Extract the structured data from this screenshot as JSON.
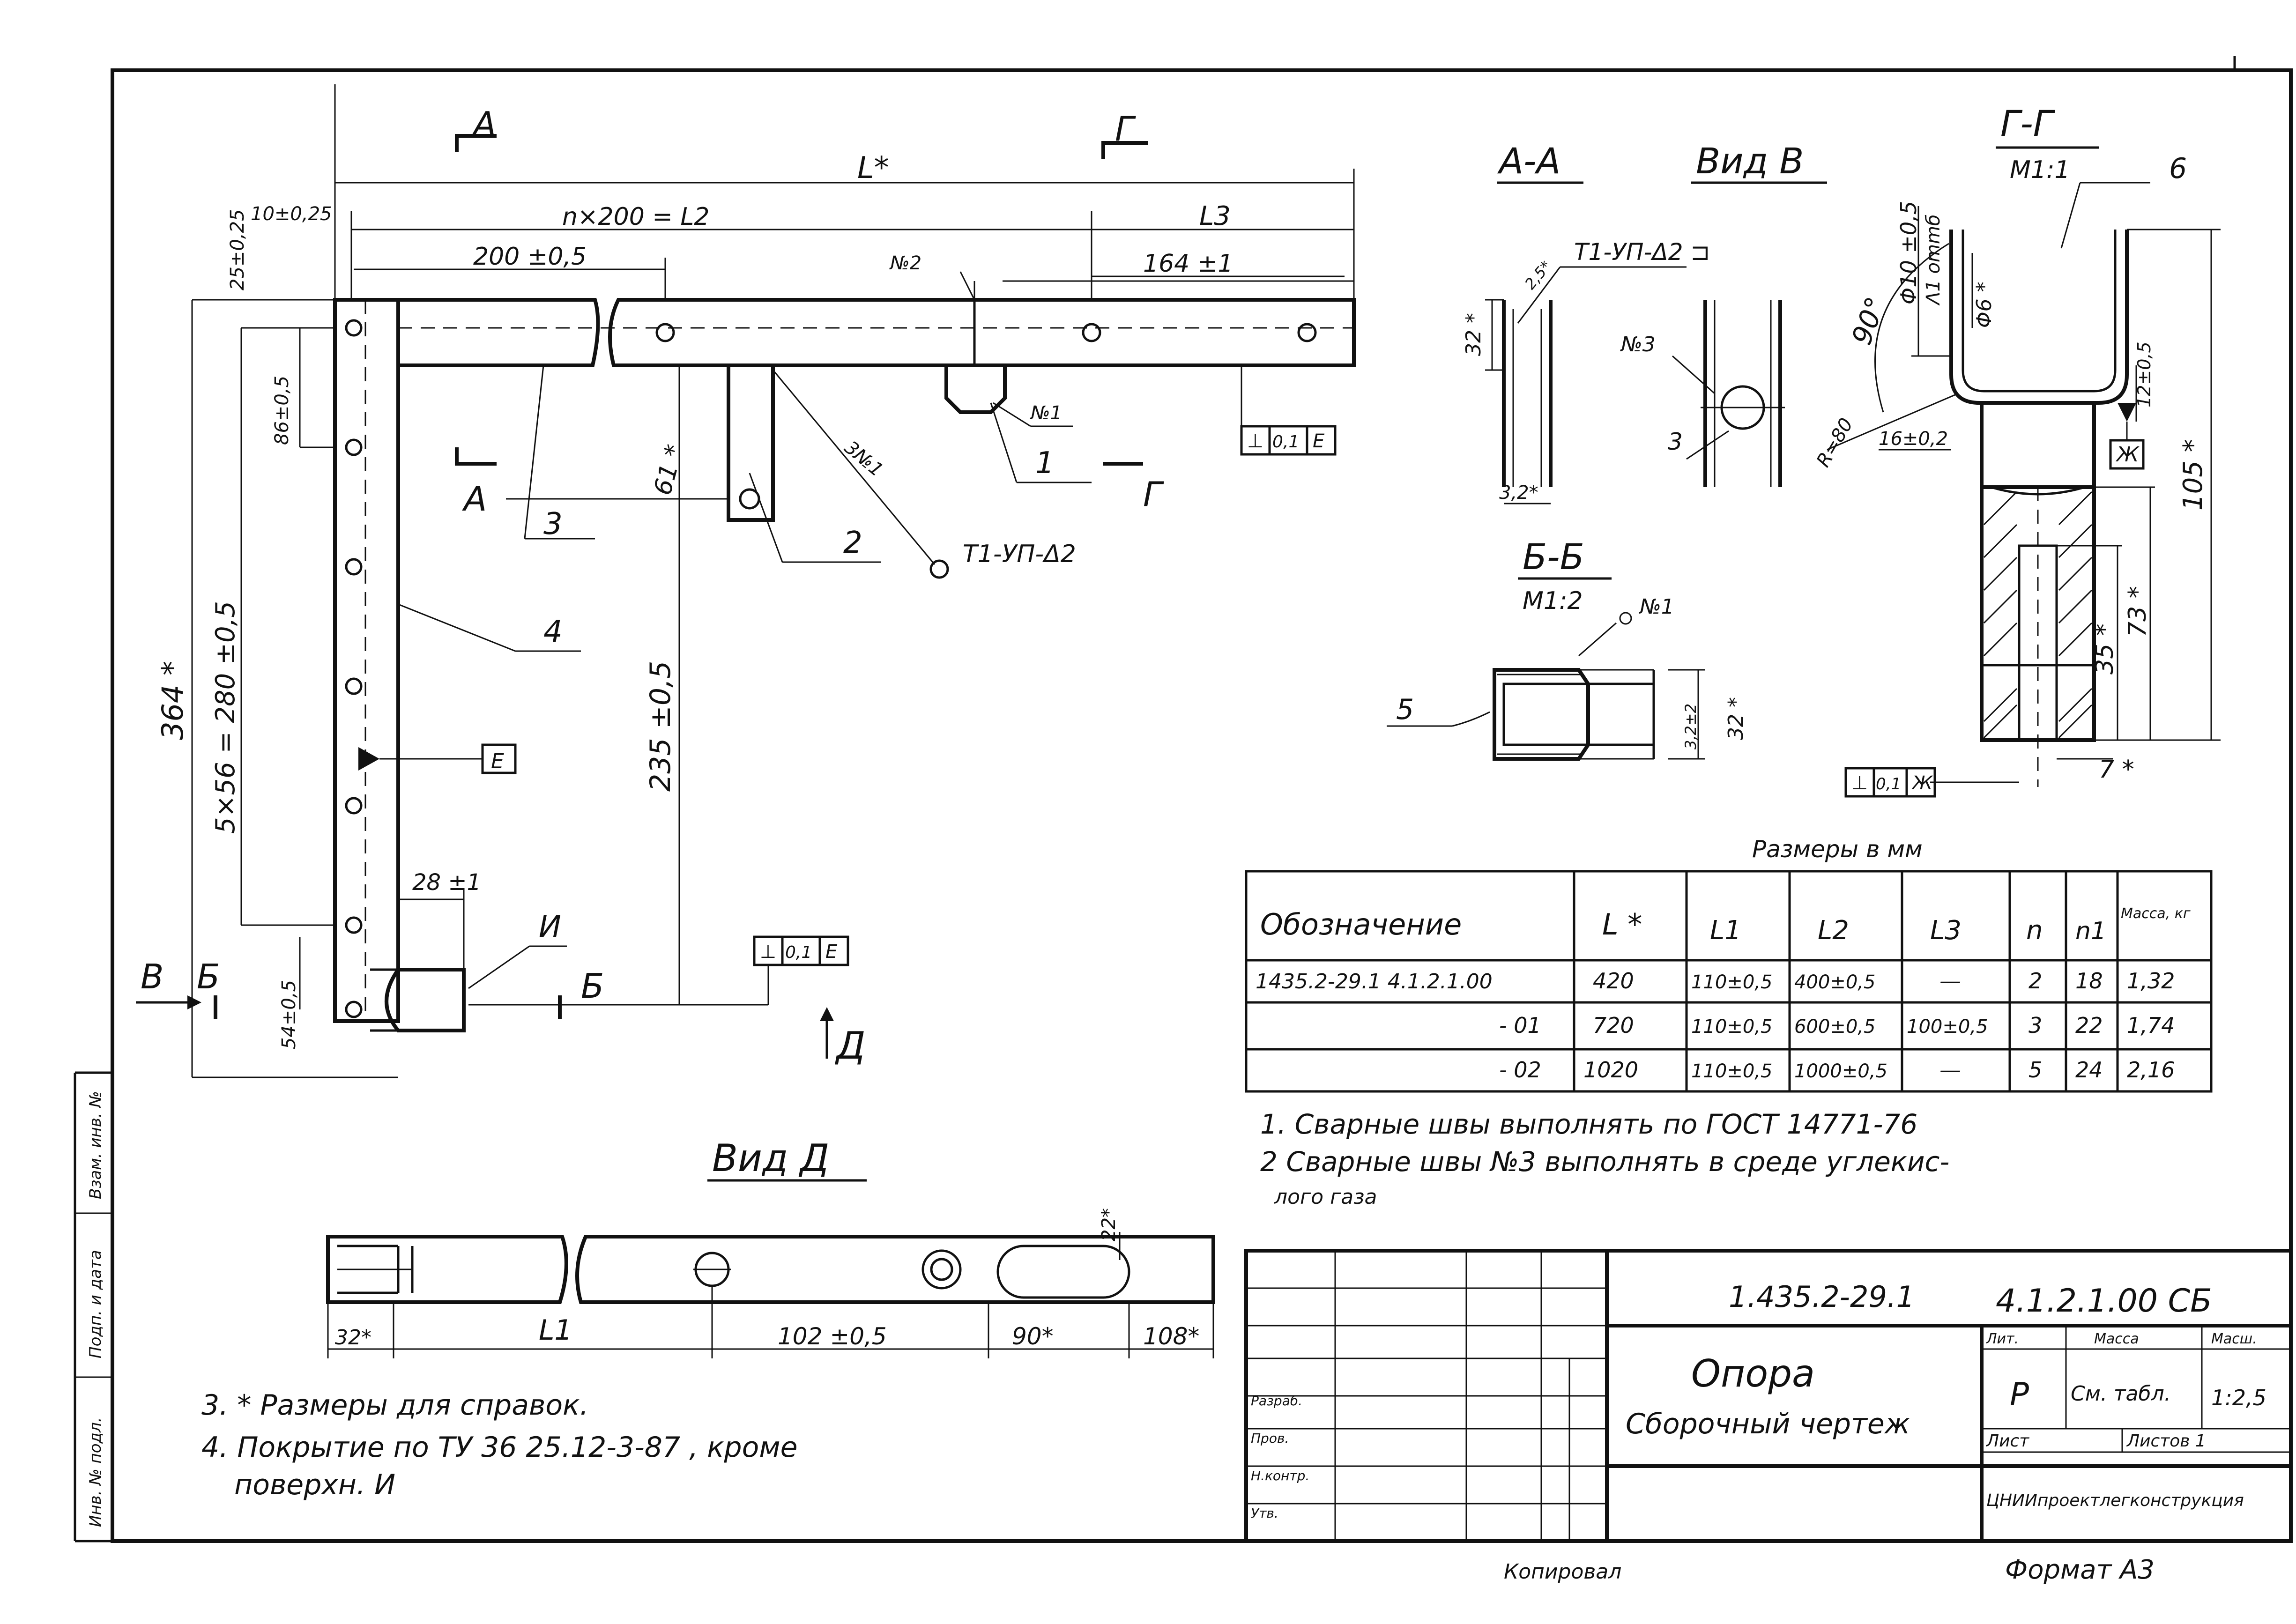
{
  "main_view": {
    "dims": {
      "L": "L*",
      "nx200": "n×200 = L2",
      "d200": "200 ±0,5",
      "L3": "L3",
      "d164": "164 ±1",
      "d10": "10±0,25",
      "d25": "25±0,25",
      "d86": "86±0,5",
      "d364": "364 *",
      "d5x56": "5×56 = 280 ±0,5",
      "d61": "61 *",
      "d235": "235 ±0,5",
      "d28": "28 ±1",
      "d54": "54±0,5"
    },
    "positions": [
      "1",
      "2",
      "3",
      "4"
    ],
    "weld_marks": [
      "№2",
      "№1",
      "3№1"
    ],
    "weld_code": "Т1-УП-Δ2",
    "section_marks": [
      "А",
      "А",
      "Г",
      "Г",
      "Б",
      "Б",
      "В",
      "Д",
      "И"
    ],
    "tolerance_frames": [
      [
        "⊥",
        "0,1",
        "Е"
      ],
      [
        "⊥",
        "0,1",
        "Е"
      ]
    ],
    "datum_label": "Е"
  },
  "section_aa": {
    "title": "А-А",
    "dims": [
      "32 *",
      "3,2*",
      "2,5*"
    ],
    "weld_code": "Т1-УП-Δ2 ⊐"
  },
  "view_v": {
    "title": "Вид В",
    "weld_mark": "№3",
    "pos": "3"
  },
  "section_bb": {
    "title": "Б-Б",
    "scale": "М1:2",
    "weld_mark": "№1",
    "pos": "5",
    "dims": [
      "32 *",
      "3,2±2"
    ]
  },
  "section_gg": {
    "title": "Г-Г",
    "scale": "М1:1",
    "pos": "6",
    "dims": [
      "Φ10 ±0,5",
      "Λ1 ommб",
      "Φ6 *",
      "90°",
      "R=80",
      "16±0,2",
      "12±0,5",
      "105 *",
      "73 *",
      "35 *",
      "7 *"
    ],
    "datum_label": "Ж",
    "tolerance_frame": [
      "⊥",
      "0,1",
      "Ж"
    ]
  },
  "view_d": {
    "title": "Вид Д",
    "dims": [
      "32*",
      "L1",
      "102 ±0,5",
      "90*",
      "108*",
      "22*"
    ]
  },
  "sizes_caption": "Размеры в мм",
  "table": {
    "headers": [
      "Обозначение",
      "L *",
      "L1",
      "L2",
      "L3",
      "n",
      "n1",
      "Масса, кг"
    ],
    "rows": [
      [
        "1435.2-29.1 4.1.2.1.00",
        "420",
        "110±0,5",
        "400±0,5",
        "—",
        "2",
        "18",
        "1,32"
      ],
      [
        "- 01",
        "720",
        "110±0,5",
        "600±0,5",
        "100±0,5",
        "3",
        "22",
        "1,74"
      ],
      [
        "- 02",
        "1020",
        "110±0,5",
        "1000±0,5",
        "—",
        "5",
        "24",
        "2,16"
      ]
    ]
  },
  "notes": [
    "1. Сварные швы выполнять по ГОСТ 14771-76",
    "2 Сварные швы №3 выполнять в среде углекис-",
    "лого газа",
    "3. * Размеры для справок.",
    "4. Покрытие по ТУ 36 25.12-3-87 , кроме",
    "поверхн. И"
  ],
  "title_block": {
    "doc_number": "1.435.2-29.1",
    "code": "4.1.2.1.00 СБ",
    "name": "Опора",
    "subtitle": "Сборочный чертеж",
    "lit_header": "Лит.",
    "mass_header": "Масса",
    "scale_header": "Масш.",
    "lit": "Р",
    "mass": "См. табл.",
    "scale": "1:2,5",
    "sheet": "Лист",
    "sheets": "Листов 1",
    "org": "ЦНИИпроектлегконструкция",
    "footer_copy": "Копировал",
    "format": "Формат А3",
    "left_rows": [
      "Разраб.",
      "Пров.",
      "Н.контр.",
      "Утв."
    ]
  },
  "side_stamp": [
    "Инв. № подл.",
    "Подп. и дата",
    "Взам. инв. №"
  ]
}
